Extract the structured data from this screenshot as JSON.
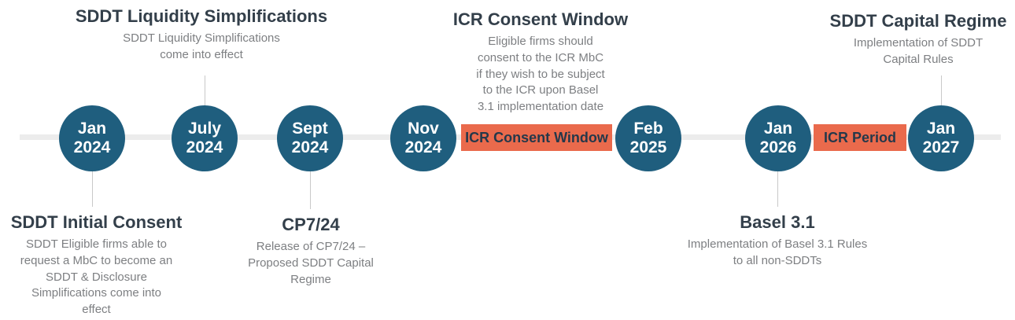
{
  "timeline": {
    "nodes": [
      {
        "month": "Jan",
        "year": "2024"
      },
      {
        "month": "July",
        "year": "2024"
      },
      {
        "month": "Sept",
        "year": "2024"
      },
      {
        "month": "Nov",
        "year": "2024"
      },
      {
        "month": "Feb",
        "year": "2025"
      },
      {
        "month": "Jan",
        "year": "2026"
      },
      {
        "month": "Jan",
        "year": "2027"
      }
    ],
    "bars": [
      {
        "label": "ICR Consent Window"
      },
      {
        "label": "ICR Period"
      }
    ]
  },
  "callouts": {
    "top": [
      {
        "title": "SDDT Liquidity Simplifications",
        "description": "SDDT Liquidity Simplifications\ncome into effect"
      },
      {
        "title": "ICR Consent Window",
        "description": "Eligible firms should\nconsent to the ICR MbC\nif they wish to be subject\nto the ICR upon Basel\n3.1 implementation date"
      },
      {
        "title": "SDDT Capital Regime",
        "description": "Implementation of SDDT\nCapital Rules"
      }
    ],
    "bottom": [
      {
        "title": "SDDT Initial Consent",
        "description": "SDDT Eligible firms able to\nrequest a MbC to become an\nSDDT & Disclosure\nSimplifications come into\neffect"
      },
      {
        "title": "CP7/24",
        "description": "Release of CP7/24 –\nProposed SDDT Capital\nRegime"
      },
      {
        "title": "Basel 3.1",
        "description": "Implementation of Basel 3.1 Rules\nto all non-SDDTs"
      }
    ]
  },
  "colors": {
    "node_fill": "#1f5e7e",
    "node_text": "#ffffff",
    "bar_fill": "#ea6a4c",
    "bar_text": "#24384a",
    "title_text": "#333f4a",
    "subtitle_text": "#7d7f82",
    "timeline_line": "#ececec",
    "connector_line": "#c9c9c9"
  }
}
